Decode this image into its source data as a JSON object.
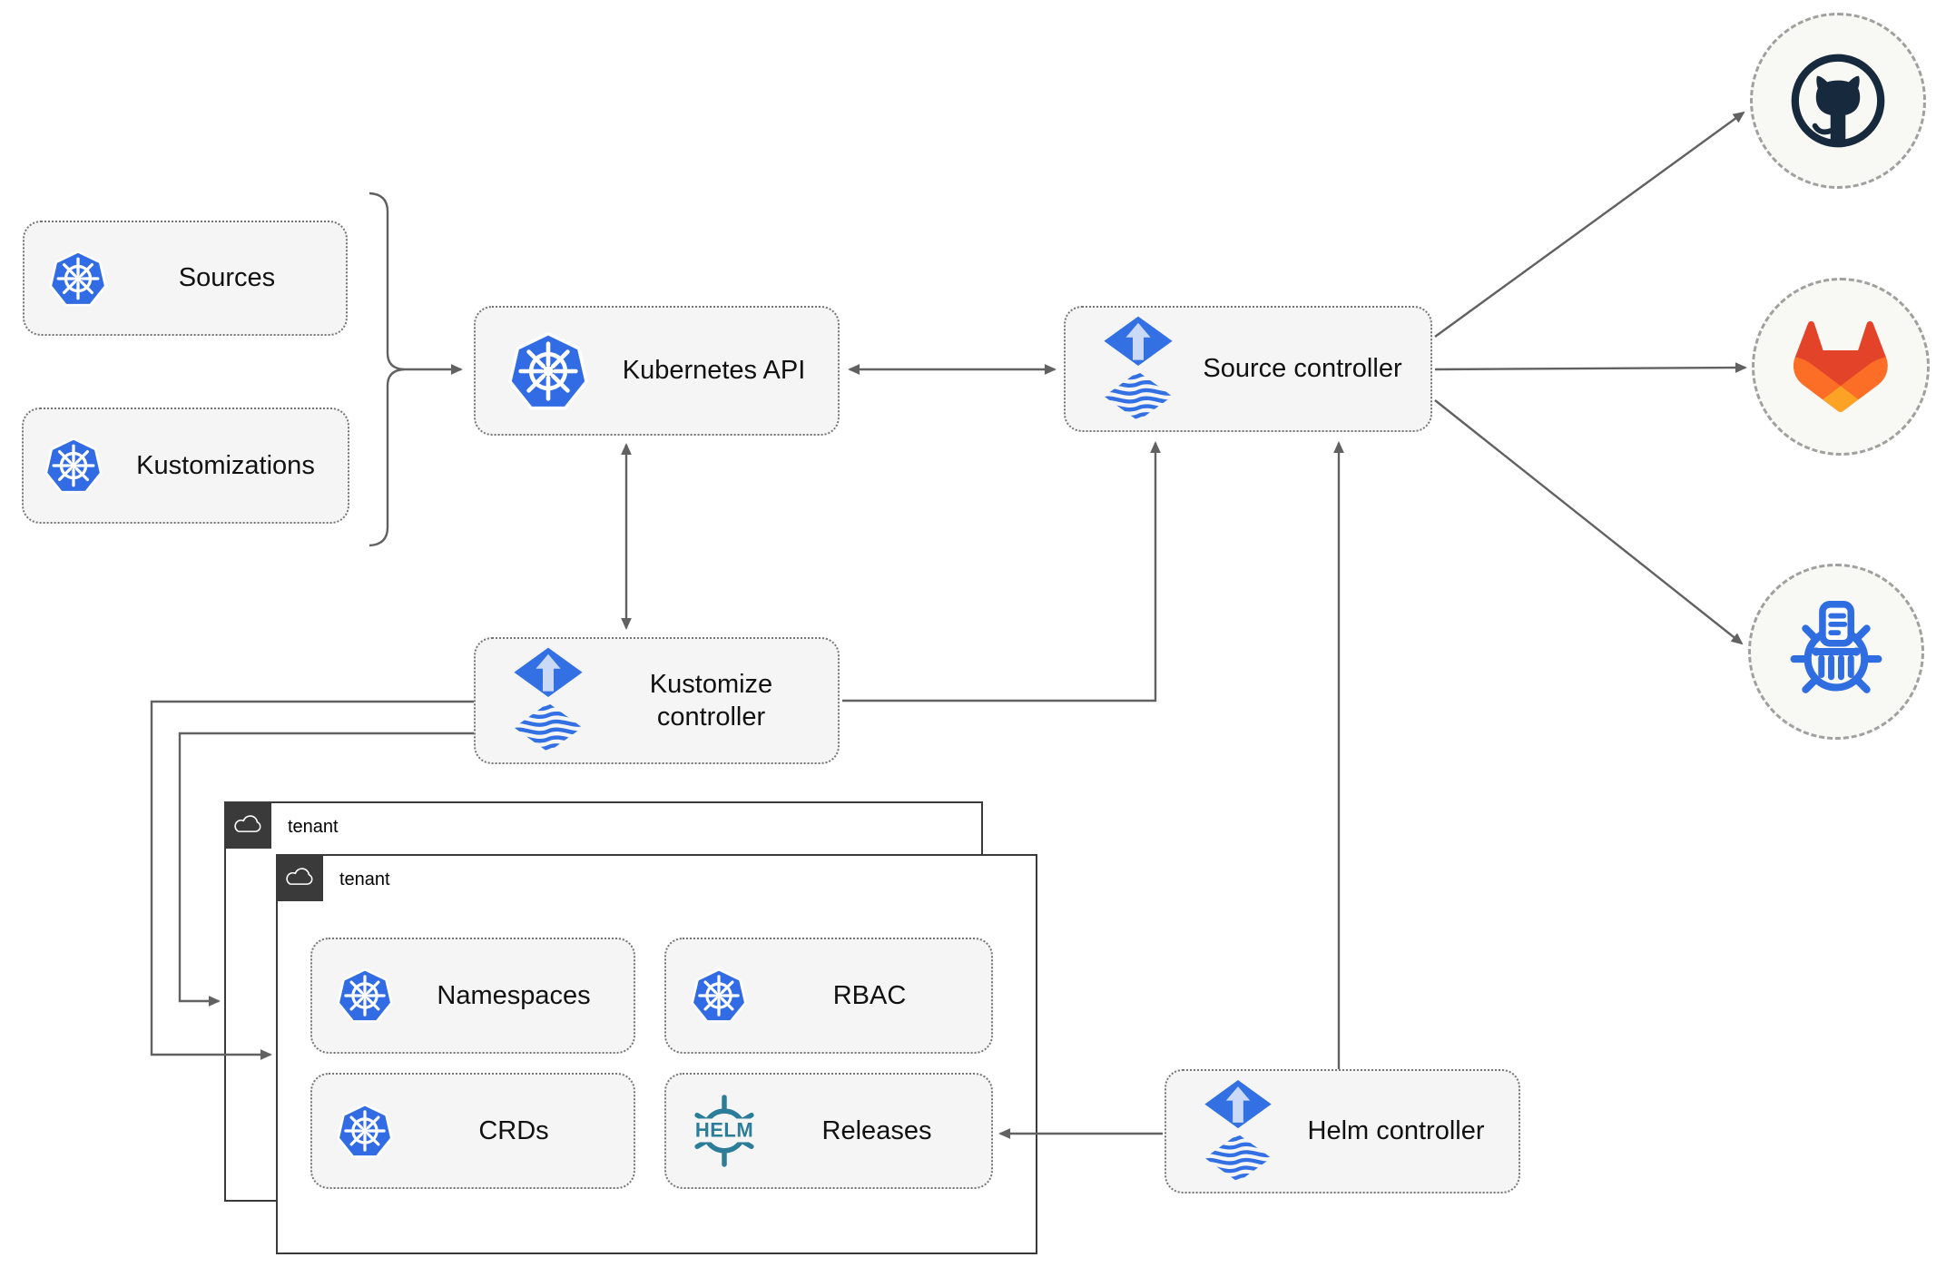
{
  "nodes": {
    "sources": {
      "label": "Sources"
    },
    "kustomizations": {
      "label": "Kustomizations"
    },
    "kubernetes_api": {
      "label": "Kubernetes API"
    },
    "source_controller": {
      "label": "Source controller"
    },
    "kustomize_controller": {
      "label": "Kustomize controller"
    },
    "helm_controller": {
      "label": "Helm controller"
    },
    "tenant_back": {
      "label": "tenant"
    },
    "tenant_front": {
      "label": "tenant"
    },
    "namespaces": {
      "label": "Namespaces"
    },
    "rbac": {
      "label": "RBAC"
    },
    "crds": {
      "label": "CRDs"
    },
    "releases": {
      "label": "Releases"
    }
  },
  "icons": {
    "kubernetes": "kubernetes-wheel",
    "flux": "flux-diamond-waves",
    "helm": "helm-ship-wheel",
    "helm_logo_text": "HELM",
    "github": "github-octocat",
    "gitlab": "gitlab-tanuki",
    "registry": "container-registry-wheel",
    "cloud": "cloud-outline"
  },
  "edges": [
    {
      "from": "sources+kustomizations",
      "to": "kubernetes_api",
      "style": "bracket-arrow"
    },
    {
      "from": "kubernetes_api",
      "to": "source_controller",
      "style": "double-arrow"
    },
    {
      "from": "kubernetes_api",
      "to": "kustomize_controller",
      "style": "double-arrow"
    },
    {
      "from": "kustomize_controller",
      "to": "source_controller",
      "style": "arrow"
    },
    {
      "from": "helm_controller",
      "to": "source_controller",
      "style": "arrow"
    },
    {
      "from": "helm_controller",
      "to": "releases",
      "style": "arrow"
    },
    {
      "from": "kustomize_controller",
      "to": "tenant_front",
      "style": "arrow"
    },
    {
      "from": "kustomize_controller",
      "to": "tenant_back",
      "style": "arrow"
    },
    {
      "from": "source_controller",
      "to": "github",
      "style": "arrow"
    },
    {
      "from": "source_controller",
      "to": "gitlab",
      "style": "arrow"
    },
    {
      "from": "source_controller",
      "to": "registry",
      "style": "arrow"
    }
  ],
  "colors": {
    "kubernetes_blue": "#326ce5",
    "flux_blue": "#3370e3",
    "flux_arrow_light": "#c9d9f6",
    "helm_teal": "#2b7d99",
    "github_navy": "#17293c",
    "gitlab_red": "#e24329",
    "gitlab_orange": "#fc6d26",
    "gitlab_light_orange": "#fca326",
    "wire_gray": "#616161",
    "node_fill": "#f5f5f5",
    "tenant_dark": "#3a3a3a"
  }
}
